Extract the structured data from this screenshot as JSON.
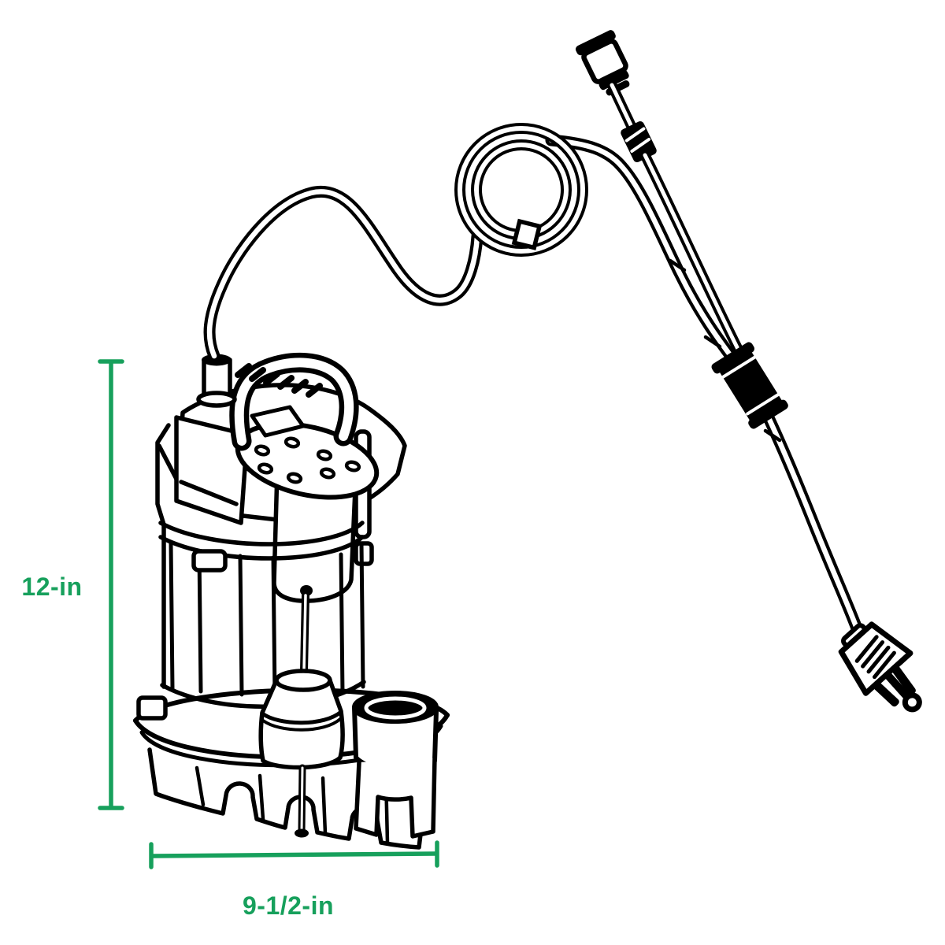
{
  "figure": {
    "type": "product-dimension-diagram",
    "subject": "Submersible sump pump with coiled power cord, vertical float switch and 3-prong plug",
    "background": "#ffffff",
    "line_color": "#000000",
    "accent_color": "#17A05C",
    "parts": [
      {
        "name": "sump-pump-illustration"
      },
      {
        "name": "carry-handle"
      },
      {
        "name": "motor-bolt-plate"
      },
      {
        "name": "float"
      },
      {
        "name": "discharge-outlet"
      },
      {
        "name": "scalloped-base"
      },
      {
        "name": "power-cord"
      },
      {
        "name": "cord-coil"
      },
      {
        "name": "float-switch-rod"
      },
      {
        "name": "cable-clamp"
      },
      {
        "name": "three-prong-plug"
      }
    ]
  },
  "dimensions": {
    "height": {
      "label": "12-in",
      "value_inches": 12
    },
    "width": {
      "label": "9-1/2-in",
      "value_inches": 9.5
    }
  }
}
